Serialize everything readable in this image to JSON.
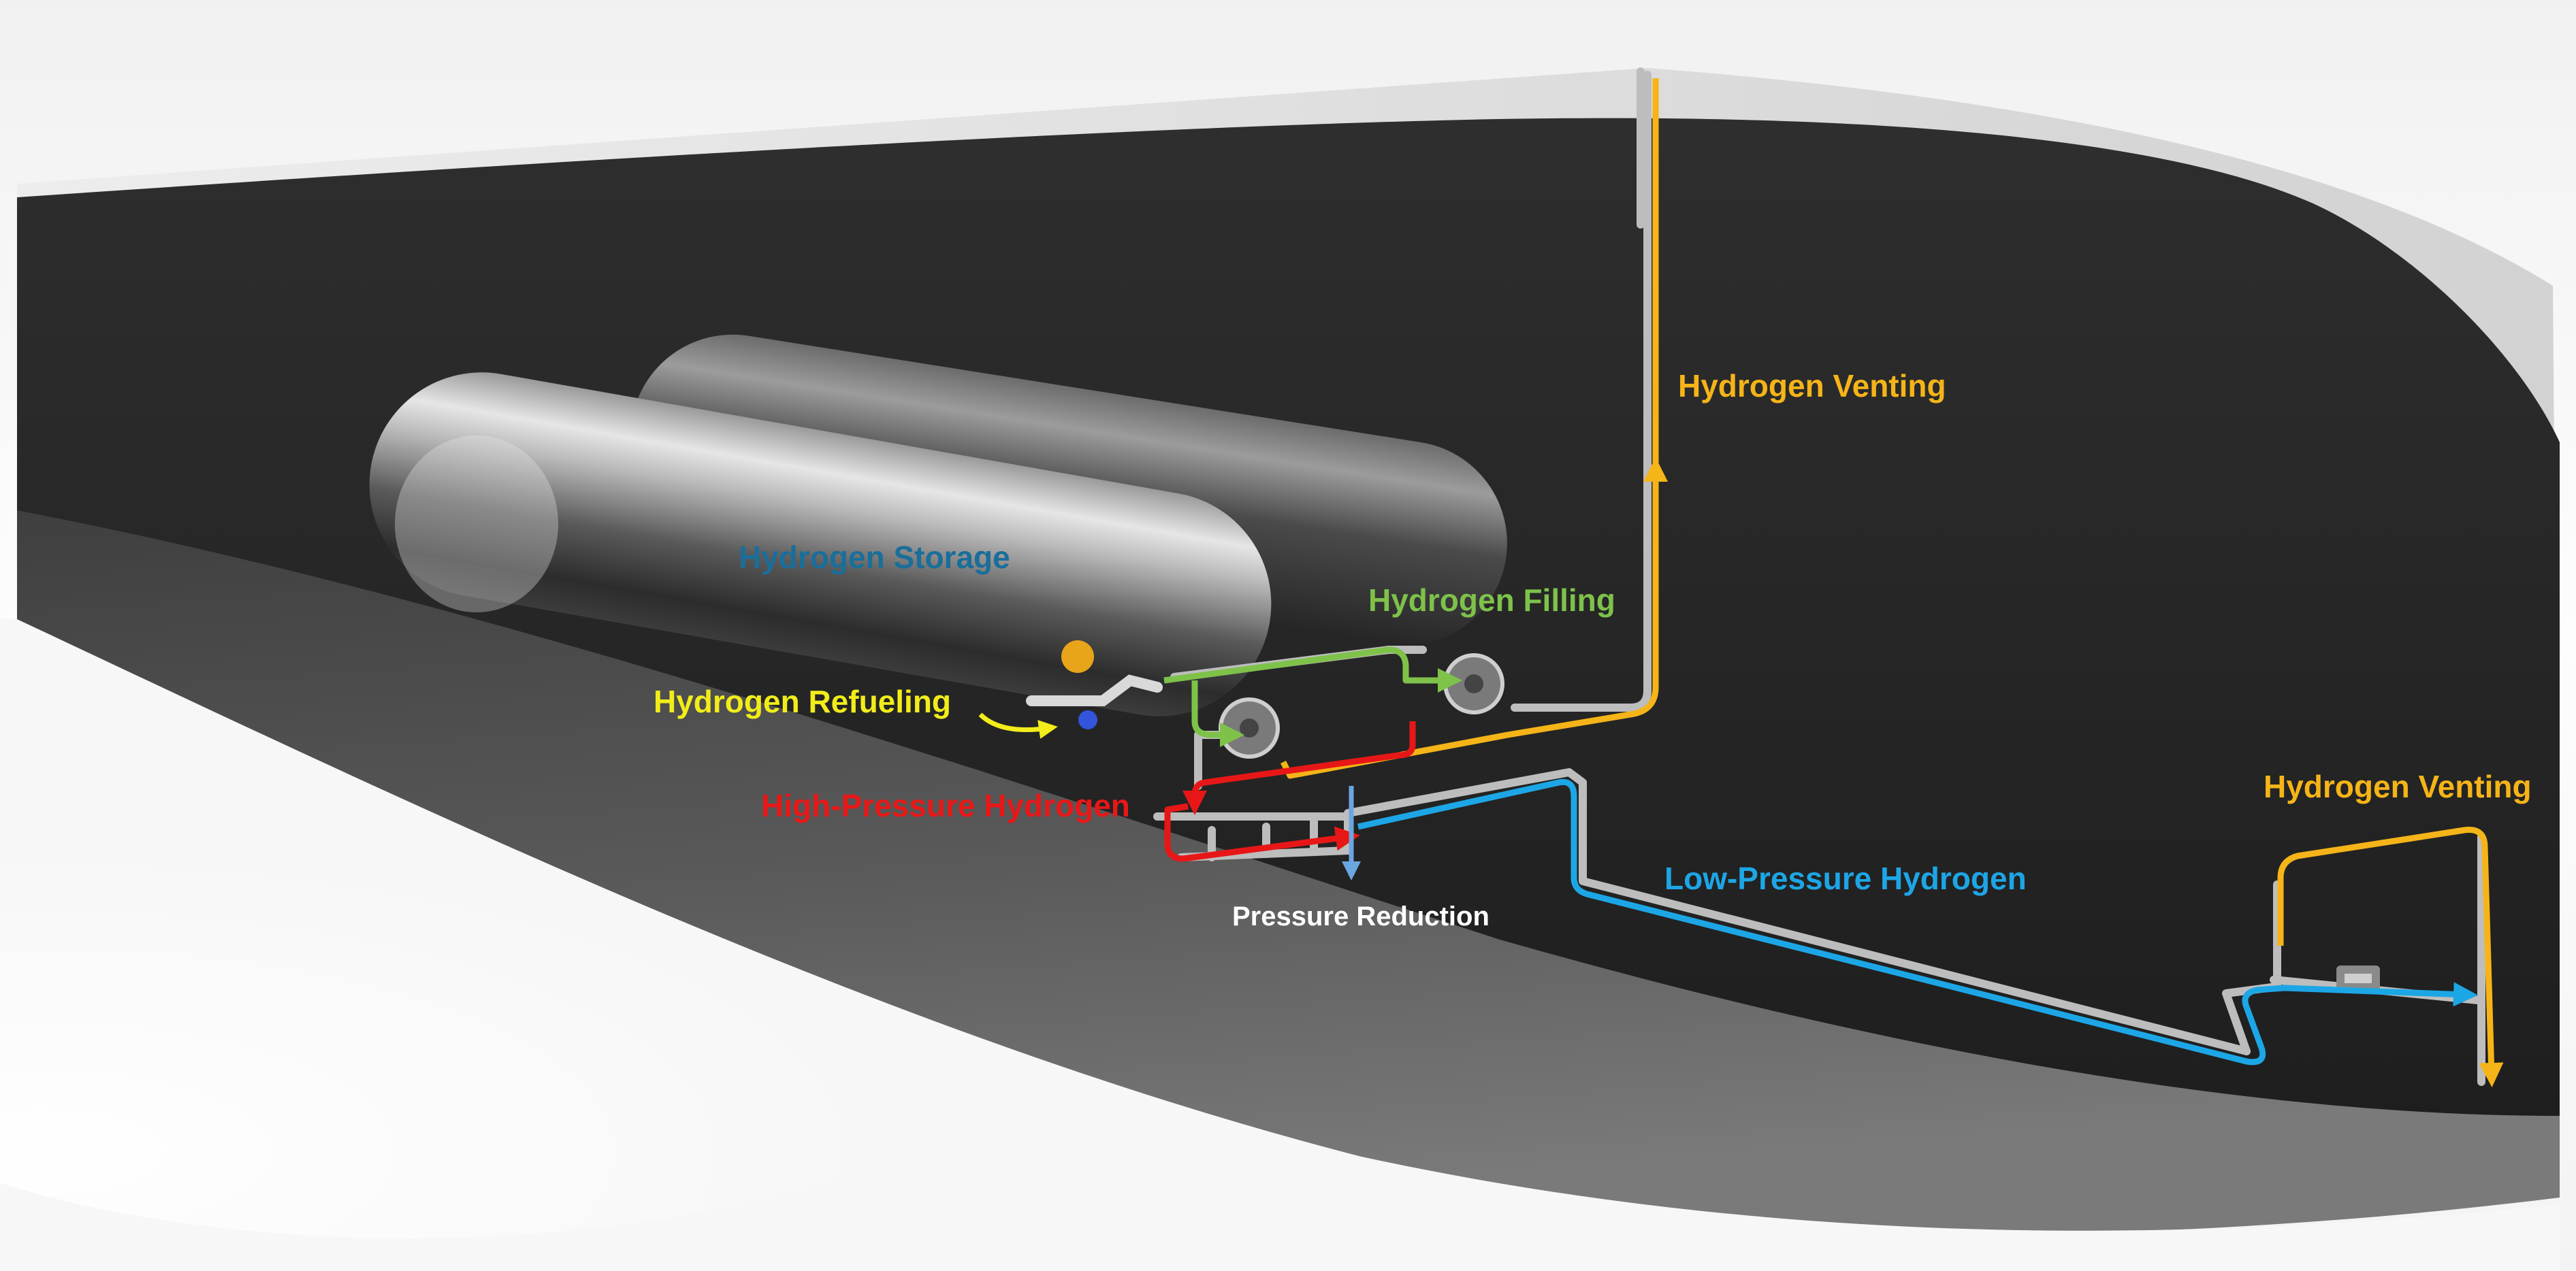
{
  "labels": {
    "storage": "Hydrogen Storage",
    "filling": "Hydrogen Filling",
    "refueling": "Hydrogen Refueling",
    "venting_top": "Hydrogen Venting",
    "high_pressure": "High-Pressure Hydrogen",
    "pressure_reduction": "Pressure Reduction",
    "low_pressure": "Low-Pressure Hydrogen",
    "venting_rear": "Hydrogen Venting"
  },
  "colors": {
    "storage": "#1a6e9a",
    "filling": "#7ec24a",
    "refueling": "#f2ec1a",
    "venting": "#f5b418",
    "high_pressure": "#e81717",
    "pressure_reduction": "#ffffff",
    "low_pressure": "#1da6e6",
    "reduction_arrow": "#6aa6e0"
  }
}
